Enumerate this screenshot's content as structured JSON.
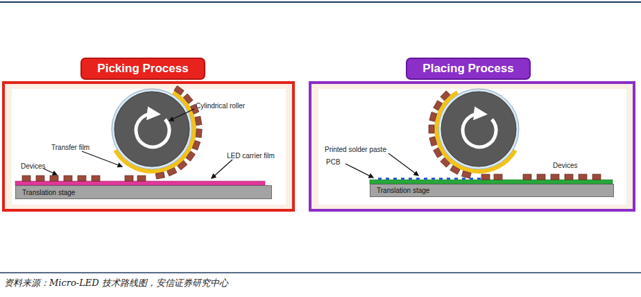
{
  "diagram": {
    "caption": "资料来源：Micro-LED 技术路线图，安信证券研究中心",
    "nodes": [
      {
        "text": [
          "Picking Process"
        ]
      },
      {
        "text": [
          "Translation stage"
        ]
      },
      {
        "text": [
          "Placing Process"
        ]
      },
      {
        "text": [
          "Translation stage"
        ]
      }
    ],
    "labels": [
      "Cylindrical roller",
      "Transfer film",
      "LED carrier film",
      "Devices",
      "Printed solder paste",
      "PCB",
      "Devices"
    ]
  }
}
